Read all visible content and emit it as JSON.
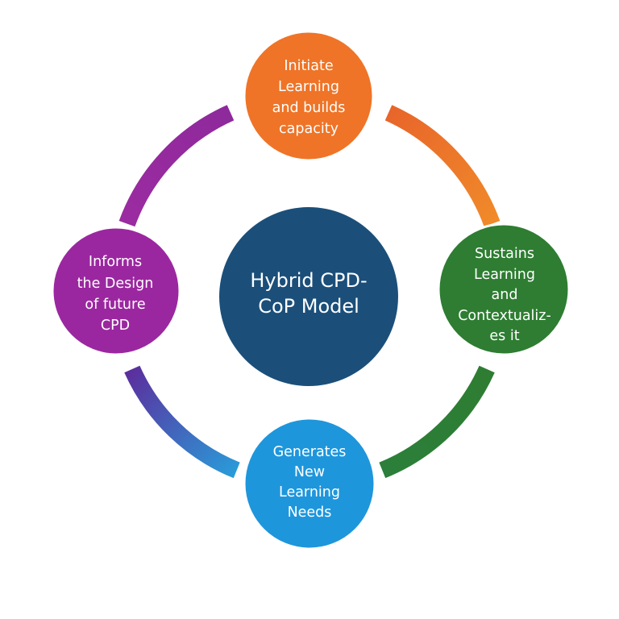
{
  "diagram": {
    "type": "cycle",
    "center": {
      "label_lines": [
        "Hybrid CPD-",
        "CoP Model"
      ],
      "color": "#1b4f7a"
    },
    "nodes": [
      {
        "id": "initiate",
        "position": "top",
        "label_lines": [
          "Initiate",
          "Learning",
          "and builds",
          "capacity"
        ],
        "color": "#ef7427"
      },
      {
        "id": "sustains",
        "position": "right",
        "label_lines": [
          "Sustains",
          "Learning",
          "and",
          "Contextualiz-",
          "es it"
        ],
        "color": "#2e7d32"
      },
      {
        "id": "generates",
        "position": "bottom",
        "label_lines": [
          "Generates",
          "New",
          "Learning",
          "Needs"
        ],
        "color": "#1e96dc"
      },
      {
        "id": "informs",
        "position": "left",
        "label_lines": [
          "Informs",
          "the Design",
          "of future",
          "CPD"
        ],
        "color": "#9b27a0"
      }
    ],
    "arcs": [
      {
        "from": "initiate",
        "to": "sustains",
        "color_start": "#e8652a",
        "color_end": "#f08a2a"
      },
      {
        "from": "sustains",
        "to": "generates",
        "color_start": "#2e7d32",
        "color_end": "#2b7f3a"
      },
      {
        "from": "generates",
        "to": "informs",
        "color_start": "#2a9ad8",
        "color_end": "#5b2f9e"
      },
      {
        "from": "informs",
        "to": "initiate",
        "color_start": "#9b2ba0",
        "color_end": "#8e2a9c"
      }
    ]
  }
}
